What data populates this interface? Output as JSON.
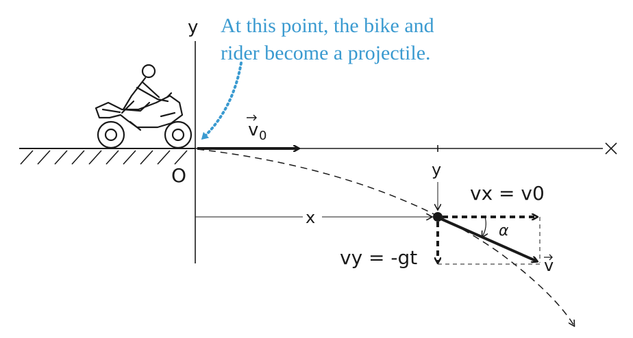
{
  "caption": {
    "line1": "At this point, the bike and",
    "line2": "rider become a projectile."
  },
  "labels": {
    "y_axis": "y",
    "x_axis": "x",
    "origin": "O",
    "v0": "v0",
    "y_marker": "y",
    "x_distance": "x",
    "vx_eq": "vx = v0",
    "vy_eq": "vy = -gt",
    "alpha": "α",
    "v": "v"
  },
  "colors": {
    "caption": "#3a9ad0",
    "ink": "#1a1a1a"
  }
}
